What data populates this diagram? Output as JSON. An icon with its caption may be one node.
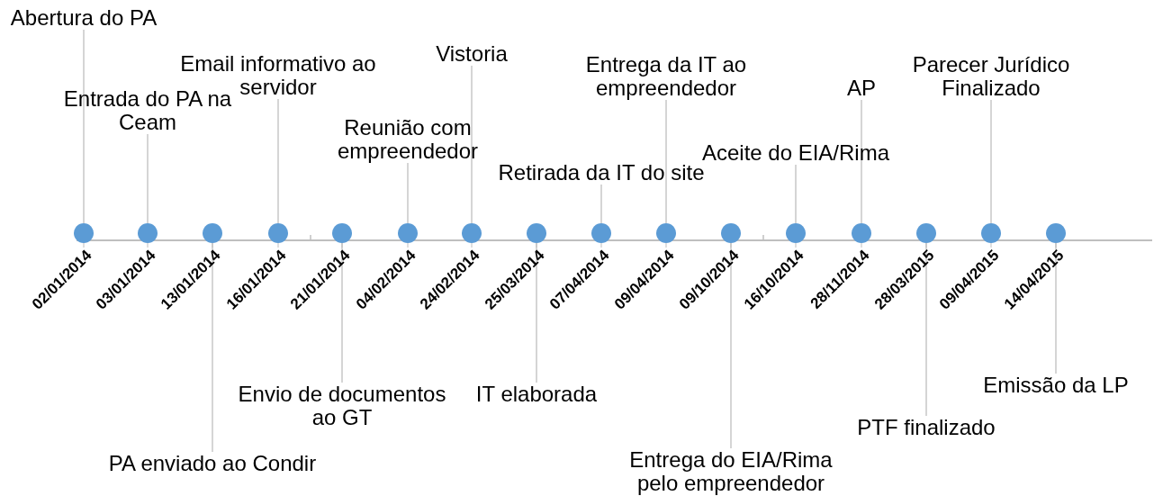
{
  "diagram": {
    "nodes": [
      {
        "text": [
          "Abertura do PA"
        ]
      },
      {
        "text": [],
        "shape": "circle",
        "beside": [
          "02/01/2014"
        ]
      },
      {
        "text": [
          "Entrada do PA na Ceam"
        ]
      },
      {
        "text": [],
        "shape": "circle",
        "beside": [
          "03/01/2014"
        ]
      },
      {
        "text": [
          "PA enviado ao Condir"
        ]
      },
      {
        "text": [],
        "shape": "circle",
        "beside": [
          "13/01/2014"
        ]
      },
      {
        "text": [
          "Email informativo ao servidor"
        ]
      },
      {
        "text": [],
        "shape": "circle",
        "beside": [
          "16/01/2014"
        ]
      },
      {
        "text": [
          "Envio de documentos ao GT"
        ]
      },
      {
        "text": [],
        "shape": "circle",
        "beside": [
          "21/01/2014"
        ]
      },
      {
        "text": [
          "Reunião com empreendedor"
        ]
      },
      {
        "text": [],
        "shape": "circle",
        "beside": [
          "04/02/2014"
        ]
      },
      {
        "text": [
          "Vistoria"
        ]
      },
      {
        "text": [],
        "shape": "circle",
        "beside": [
          "24/02/2014"
        ]
      },
      {
        "text": [
          "IT elaborada"
        ]
      },
      {
        "text": [],
        "shape": "circle",
        "beside": [
          "25/03/2014"
        ]
      },
      {
        "text": [
          "Retirada da IT do site"
        ]
      },
      {
        "text": [],
        "shape": "circle",
        "beside": [
          "07/04/2014"
        ]
      },
      {
        "text": [
          "Entrega da IT ao empreendedor"
        ]
      },
      {
        "text": [],
        "shape": "circle",
        "beside": [
          "09/04/2014"
        ]
      },
      {
        "text": [
          "Entrega do EIA/Rima pelo empreendedor"
        ]
      },
      {
        "text": [],
        "shape": "circle",
        "beside": [
          "09/10/2014"
        ]
      },
      {
        "text": [
          "Aceite do EIA/Rima"
        ]
      },
      {
        "text": [],
        "shape": "circle",
        "beside": [
          "16/10/2014"
        ]
      },
      {
        "text": [
          "AP"
        ]
      },
      {
        "text": [],
        "shape": "circle",
        "beside": [
          "28/11/2014"
        ]
      },
      {
        "text": [
          "PTF finalizado"
        ]
      },
      {
        "text": [],
        "shape": "circle",
        "beside": [
          "28/03/2015"
        ]
      },
      {
        "text": [
          "Parecer Jurídico Finalizado"
        ]
      },
      {
        "text": [],
        "shape": "circle",
        "beside": [
          "09/04/2015"
        ]
      },
      {
        "text": [
          "Emissão da LP"
        ]
      },
      {
        "text": [],
        "shape": "circle",
        "beside": [
          "14/04/2015"
        ]
      }
    ],
    "edges": [
      {
        "from": 0,
        "to": 1,
        "arrow": "none"
      },
      {
        "from": 2,
        "to": 3,
        "arrow": "none"
      },
      {
        "from": 4,
        "to": 5,
        "arrow": "none"
      },
      {
        "from": 6,
        "to": 7,
        "arrow": "none"
      },
      {
        "from": 8,
        "to": 9,
        "arrow": "none"
      },
      {
        "from": 10,
        "to": 11,
        "arrow": "none"
      },
      {
        "from": 12,
        "to": 13,
        "arrow": "none"
      },
      {
        "from": 14,
        "to": 15,
        "arrow": "none"
      },
      {
        "from": 16,
        "to": 17,
        "arrow": "none"
      },
      {
        "from": 18,
        "to": 19,
        "arrow": "none"
      },
      {
        "from": 20,
        "to": 21,
        "arrow": "none"
      },
      {
        "from": 22,
        "to": 23,
        "arrow": "none"
      },
      {
        "from": 24,
        "to": 25,
        "arrow": "none"
      },
      {
        "from": 26,
        "to": 27,
        "arrow": "none"
      },
      {
        "from": 28,
        "to": 29,
        "arrow": "none"
      },
      {
        "from": 30,
        "to": 31,
        "arrow": "none"
      }
    ]
  }
}
